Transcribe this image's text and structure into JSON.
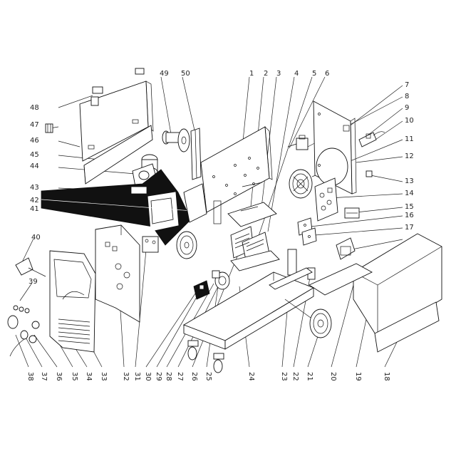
{
  "diagram": {
    "callouts": [
      {
        "id": "c1",
        "label": "1"
      },
      {
        "id": "c2",
        "label": "2"
      },
      {
        "id": "c3",
        "label": "3"
      },
      {
        "id": "c4",
        "label": "4"
      },
      {
        "id": "c5",
        "label": "5"
      },
      {
        "id": "c6",
        "label": "6"
      },
      {
        "id": "c7",
        "label": "7"
      },
      {
        "id": "c8",
        "label": "8"
      },
      {
        "id": "c9",
        "label": "9"
      },
      {
        "id": "c10",
        "label": "10"
      },
      {
        "id": "c11",
        "label": "11"
      },
      {
        "id": "c12",
        "label": "12"
      },
      {
        "id": "c13",
        "label": "13"
      },
      {
        "id": "c14",
        "label": "14"
      },
      {
        "id": "c15",
        "label": "15"
      },
      {
        "id": "c16",
        "label": "16"
      },
      {
        "id": "c17",
        "label": "17"
      },
      {
        "id": "c18",
        "label": "18"
      },
      {
        "id": "c19",
        "label": "19"
      },
      {
        "id": "c20",
        "label": "20"
      },
      {
        "id": "c21",
        "label": "21"
      },
      {
        "id": "c22",
        "label": "22"
      },
      {
        "id": "c23",
        "label": "23"
      },
      {
        "id": "c24",
        "label": "24"
      },
      {
        "id": "c25",
        "label": "25"
      },
      {
        "id": "c26",
        "label": "26"
      },
      {
        "id": "c27",
        "label": "27"
      },
      {
        "id": "c28",
        "label": "28"
      },
      {
        "id": "c29",
        "label": "29"
      },
      {
        "id": "c30",
        "label": "30"
      },
      {
        "id": "c31",
        "label": "31"
      },
      {
        "id": "c32",
        "label": "32"
      },
      {
        "id": "c33",
        "label": "33"
      },
      {
        "id": "c34",
        "label": "34"
      },
      {
        "id": "c35",
        "label": "35"
      },
      {
        "id": "c36",
        "label": "36"
      },
      {
        "id": "c37",
        "label": "37"
      },
      {
        "id": "c38",
        "label": "38"
      },
      {
        "id": "c39",
        "label": "39"
      },
      {
        "id": "c40",
        "label": "40"
      },
      {
        "id": "c41",
        "label": "41"
      },
      {
        "id": "c42",
        "label": "42"
      },
      {
        "id": "c43",
        "label": "43"
      },
      {
        "id": "c44",
        "label": "44"
      },
      {
        "id": "c45",
        "label": "45"
      },
      {
        "id": "c46",
        "label": "46"
      },
      {
        "id": "c47",
        "label": "47"
      },
      {
        "id": "c48",
        "label": "48"
      },
      {
        "id": "c49",
        "label": "49"
      },
      {
        "id": "c50",
        "label": "50"
      }
    ],
    "colors": {
      "line": "#111111",
      "background": "#ffffff",
      "highlight": "#000000"
    }
  }
}
